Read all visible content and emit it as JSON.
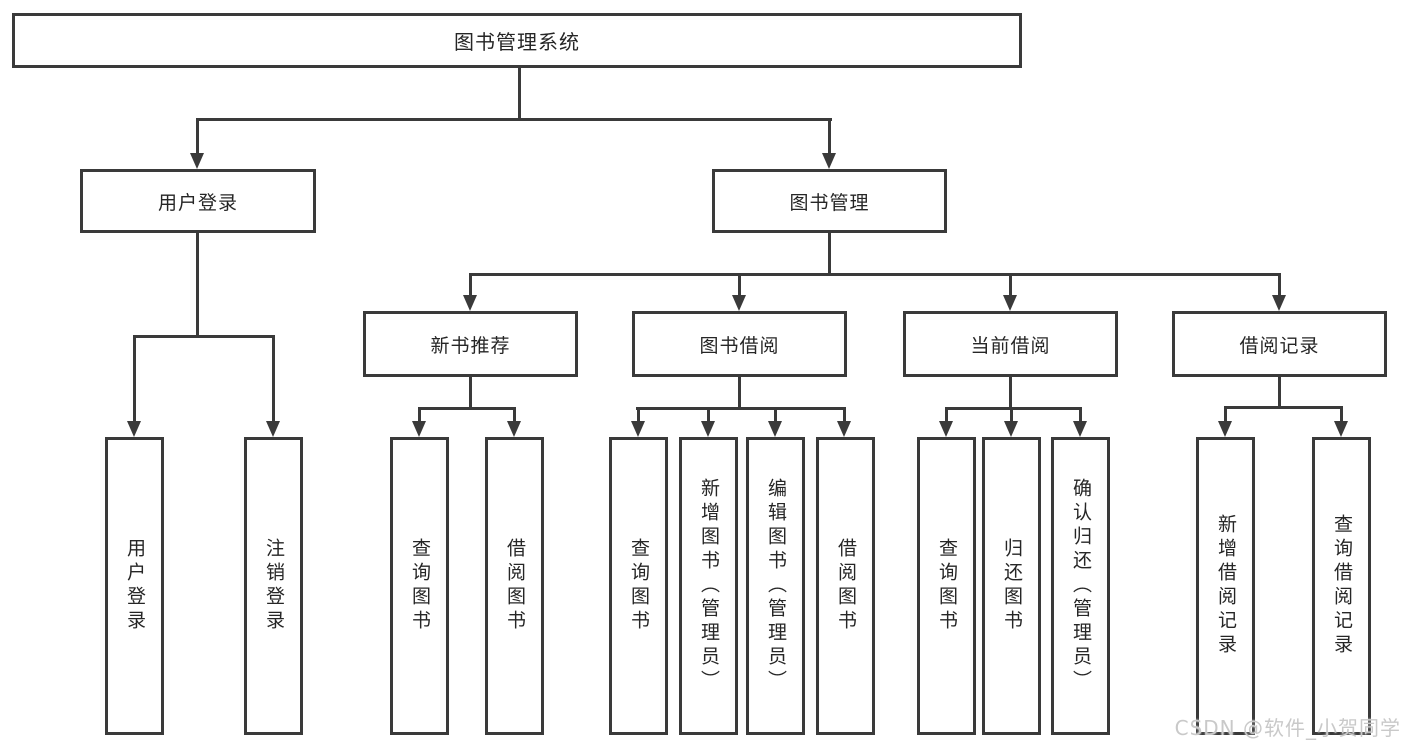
{
  "colors": {
    "line": "#3a3a3a",
    "text": "#262626",
    "node_bg": "#ffffff",
    "background": "#ffffff",
    "watermark": "#c9c9c9"
  },
  "root": {
    "label": "图书管理系统"
  },
  "level2": [
    {
      "label": "用户登录"
    },
    {
      "label": "图书管理"
    }
  ],
  "level3": [
    {
      "label": "新书推荐"
    },
    {
      "label": "图书借阅"
    },
    {
      "label": "当前借阅"
    },
    {
      "label": "借阅记录"
    }
  ],
  "leaves": [
    {
      "label": "用户登录"
    },
    {
      "label": "注销登录"
    },
    {
      "label": "查询图书"
    },
    {
      "label": "借阅图书"
    },
    {
      "label": "查询图书"
    },
    {
      "label": "新增图书（管理员）"
    },
    {
      "label": "编辑图书（管理员）"
    },
    {
      "label": "借阅图书"
    },
    {
      "label": "查询图书"
    },
    {
      "label": "归还图书"
    },
    {
      "label": "确认归还（管理员）"
    },
    {
      "label": "新增借阅记录"
    },
    {
      "label": "查询借阅记录"
    }
  ],
  "watermark": {
    "text": "CSDN @软件_小贺同学"
  }
}
